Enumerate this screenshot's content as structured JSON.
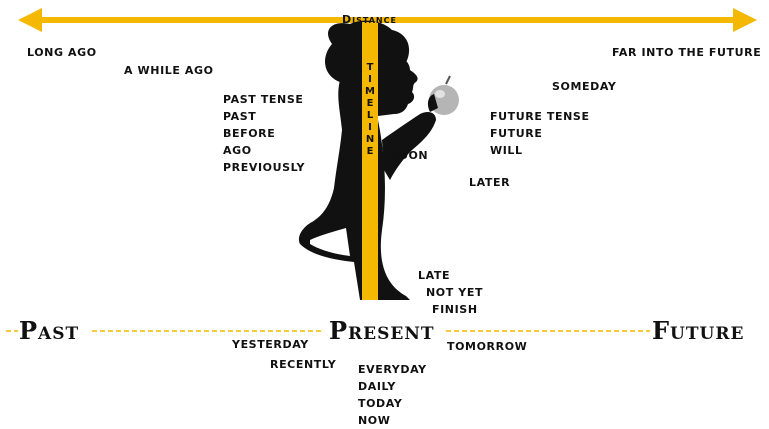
{
  "top_axis": {
    "label": "Distance",
    "color": "#F5B800"
  },
  "top_labels": {
    "long_ago": "LONG AGO",
    "a_while_ago": "A WHILE AGO",
    "far_future": "FAR INTO THE FUTURE",
    "someday": "SOMEDAY",
    "soon": "SOON",
    "later": "LATER"
  },
  "past_words": [
    "PAST TENSE",
    "PAST",
    "BEFORE",
    "AGO",
    "PREVIOUSLY"
  ],
  "future_words": [
    "FUTURE TENSE",
    "FUTURE",
    "WILL"
  ],
  "late_words": [
    "LATE",
    "NOT YET",
    "FINISH"
  ],
  "timeline_letters": [
    "T",
    "I",
    "M",
    "E",
    "L",
    "I",
    "N",
    "E"
  ],
  "bottom_axis": {
    "past": "Past",
    "present": "Present",
    "future": "Future",
    "line_color": "#F5B800"
  },
  "bottom_labels": {
    "yesterday": "YESTERDAY",
    "recently": "RECENTLY",
    "tomorrow": "TOMORROW"
  },
  "present_words": [
    "EVERYDAY",
    "DAILY",
    "TODAY",
    "NOW"
  ],
  "icons": {
    "figure": "woman-silhouette-icon",
    "apple": "apple-icon"
  }
}
